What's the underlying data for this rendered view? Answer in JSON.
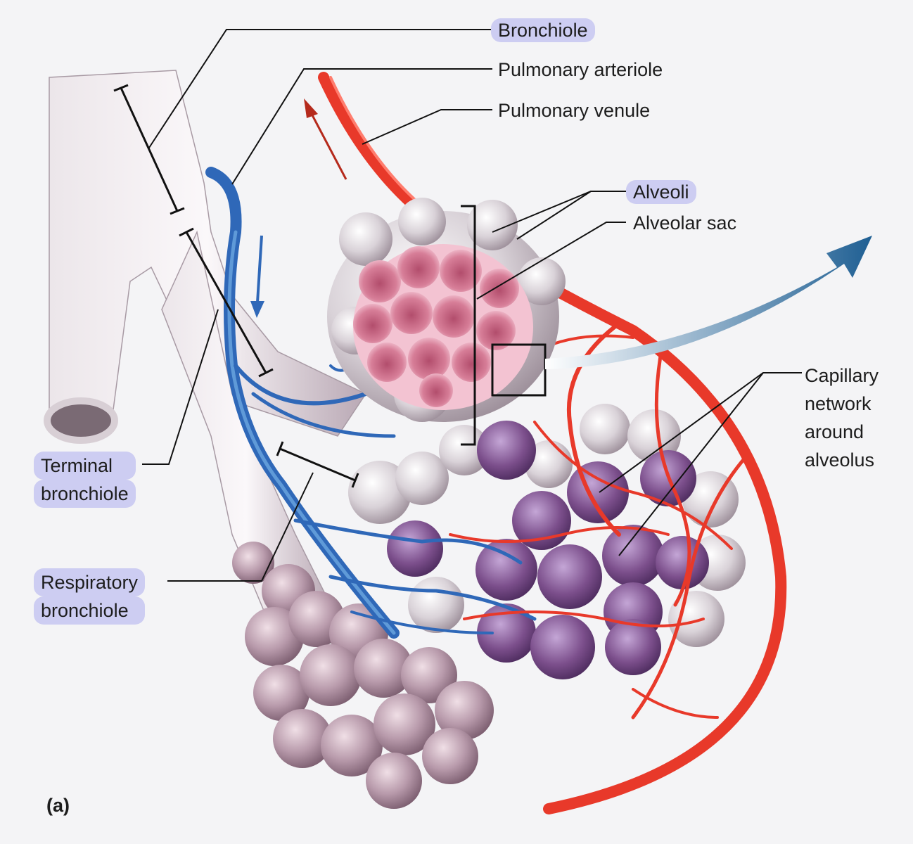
{
  "labels": {
    "bronchiole": "Bronchiole",
    "pulmonary_arteriole": "Pulmonary arteriole",
    "pulmonary_venule": "Pulmonary venule",
    "alveoli": "Alveoli",
    "alveolar_sac": "Alveolar sac",
    "capillary": [
      "Capillary",
      "network",
      "around",
      "alveolus"
    ],
    "terminal_bronchiole": [
      "Terminal",
      "bronchiole"
    ],
    "respiratory_bronchiole": [
      "Respiratory",
      "bronchiole"
    ],
    "panel": "(a)"
  },
  "colors": {
    "highlight": "#cdcdf2",
    "venule_red": "#e8392a",
    "arteriole_blue": "#2f68b8",
    "bronchiole_pink": "#cdbfc8",
    "alveolar_sac_pink": "#d77e98",
    "alveolus_purple": "#7c4f8c"
  }
}
